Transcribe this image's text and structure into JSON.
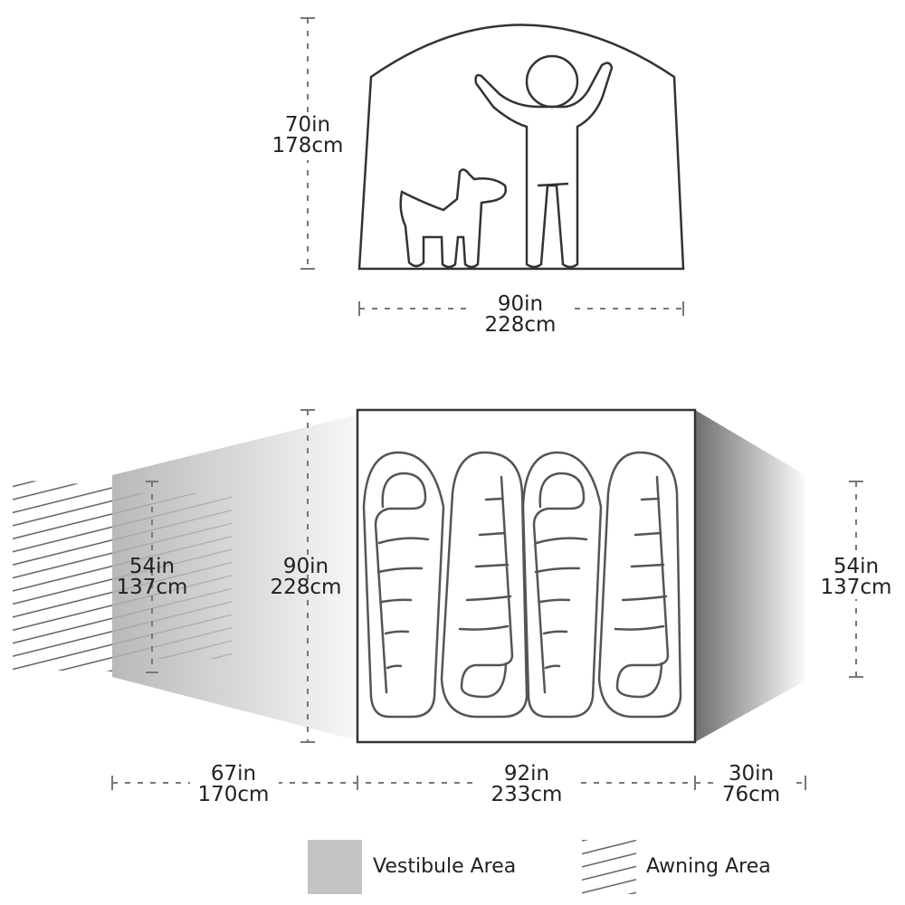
{
  "side_view": {
    "height": {
      "in": "70in",
      "cm": "178cm"
    },
    "width": {
      "in": "90in",
      "cm": "228cm"
    }
  },
  "floor_plan": {
    "tent_depth": {
      "in": "90in",
      "cm": "228cm"
    },
    "vestibule_left_depth": {
      "in": "54in",
      "cm": "137cm"
    },
    "vestibule_right_depth": {
      "in": "54in",
      "cm": "137cm"
    },
    "awning_length": {
      "in": "67in",
      "cm": "170cm"
    },
    "tent_length": {
      "in": "92in",
      "cm": "233cm"
    },
    "vestibule_right_length": {
      "in": "30in",
      "cm": "76cm"
    }
  },
  "legend": {
    "vestibule": {
      "label": "Vestibule Area",
      "color": "#c4c4c4"
    },
    "awning": {
      "label": "Awning Area",
      "pattern": "diagonal-hatch"
    }
  }
}
